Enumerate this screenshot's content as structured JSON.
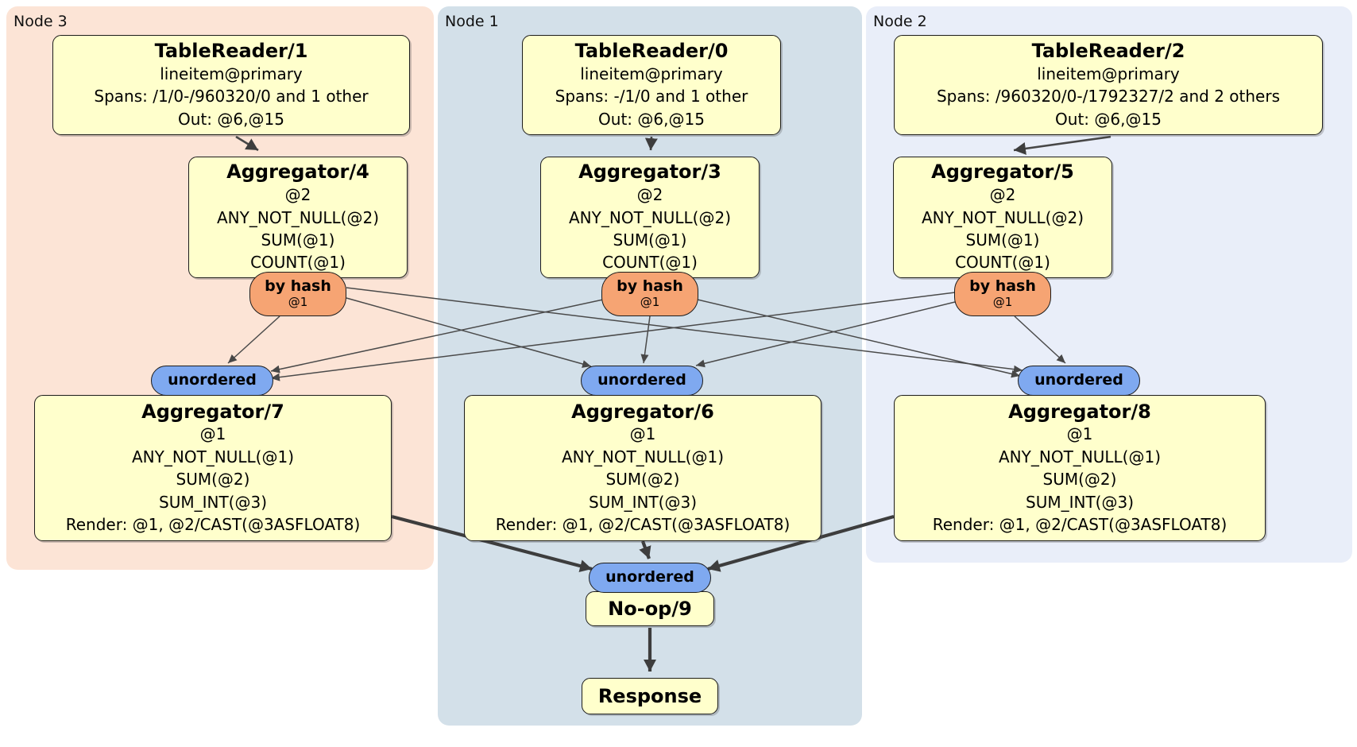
{
  "regions": [
    {
      "label": "Node 3",
      "bg": "#fce4d6"
    },
    {
      "label": "Node 1",
      "bg": "#d3e0e9"
    },
    {
      "label": "Node 2",
      "bg": "#e9eef9"
    }
  ],
  "colors": {
    "processor_box_bg": "#ffffcc",
    "router_bg": "#f6a473",
    "sync_bg": "#7fa9f0",
    "edge": "#444444"
  },
  "processors": {
    "tablereader1": {
      "title": "TableReader/1",
      "lines": [
        "lineitem@primary",
        "Spans: /1/0-/960320/0 and 1 other",
        "Out: @6,@15"
      ]
    },
    "tablereader0": {
      "title": "TableReader/0",
      "lines": [
        "lineitem@primary",
        "Spans: -/1/0 and 1 other",
        "Out: @6,@15"
      ]
    },
    "tablereader2": {
      "title": "TableReader/2",
      "lines": [
        "lineitem@primary",
        "Spans: /960320/0-/1792327/2 and 2 others",
        "Out: @6,@15"
      ]
    },
    "aggregator4": {
      "title": "Aggregator/4",
      "lines": [
        "@2",
        "ANY_NOT_NULL(@2)",
        "SUM(@1)",
        "COUNT(@1)"
      ]
    },
    "aggregator3": {
      "title": "Aggregator/3",
      "lines": [
        "@2",
        "ANY_NOT_NULL(@2)",
        "SUM(@1)",
        "COUNT(@1)"
      ]
    },
    "aggregator5": {
      "title": "Aggregator/5",
      "lines": [
        "@2",
        "ANY_NOT_NULL(@2)",
        "SUM(@1)",
        "COUNT(@1)"
      ]
    },
    "aggregator7": {
      "title": "Aggregator/7",
      "lines": [
        "@1",
        "ANY_NOT_NULL(@1)",
        "SUM(@2)",
        "SUM_INT(@3)",
        "Render: @1, @2/CAST(@3ASFLOAT8)"
      ]
    },
    "aggregator6": {
      "title": "Aggregator/6",
      "lines": [
        "@1",
        "ANY_NOT_NULL(@1)",
        "SUM(@2)",
        "SUM_INT(@3)",
        "Render: @1, @2/CAST(@3ASFLOAT8)"
      ]
    },
    "aggregator8": {
      "title": "Aggregator/8",
      "lines": [
        "@1",
        "ANY_NOT_NULL(@1)",
        "SUM(@2)",
        "SUM_INT(@3)",
        "Render: @1, @2/CAST(@3ASFLOAT8)"
      ]
    },
    "noop9": {
      "title": "No-op/9"
    },
    "response": {
      "title": "Response"
    }
  },
  "routers": {
    "by_hash": {
      "label": "by hash",
      "key": "@1"
    },
    "unordered": {
      "label": "unordered"
    }
  },
  "edges": [
    {
      "from": "TableReader/1",
      "to": "Aggregator/4"
    },
    {
      "from": "TableReader/0",
      "to": "Aggregator/3"
    },
    {
      "from": "TableReader/2",
      "to": "Aggregator/5"
    },
    {
      "from": "Aggregator/4 by hash",
      "to": "Aggregator/7 unordered"
    },
    {
      "from": "Aggregator/4 by hash",
      "to": "Aggregator/6 unordered"
    },
    {
      "from": "Aggregator/4 by hash",
      "to": "Aggregator/8 unordered"
    },
    {
      "from": "Aggregator/3 by hash",
      "to": "Aggregator/7 unordered"
    },
    {
      "from": "Aggregator/3 by hash",
      "to": "Aggregator/6 unordered"
    },
    {
      "from": "Aggregator/3 by hash",
      "to": "Aggregator/8 unordered"
    },
    {
      "from": "Aggregator/5 by hash",
      "to": "Aggregator/7 unordered"
    },
    {
      "from": "Aggregator/5 by hash",
      "to": "Aggregator/6 unordered"
    },
    {
      "from": "Aggregator/5 by hash",
      "to": "Aggregator/8 unordered"
    },
    {
      "from": "Aggregator/7",
      "to": "No-op/9 unordered"
    },
    {
      "from": "Aggregator/6",
      "to": "No-op/9 unordered"
    },
    {
      "from": "Aggregator/8",
      "to": "No-op/9 unordered"
    },
    {
      "from": "No-op/9",
      "to": "Response"
    }
  ]
}
